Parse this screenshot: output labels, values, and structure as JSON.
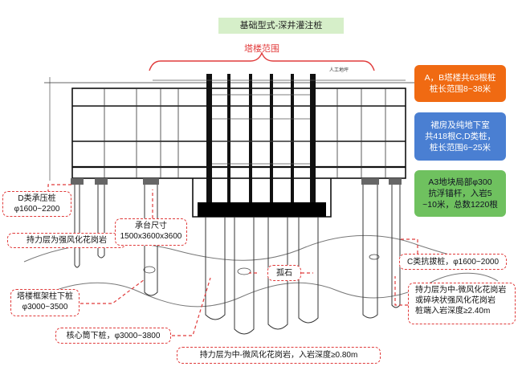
{
  "title": "基础型式-深井灌注桩",
  "tower_range_label": "塔楼范围",
  "elevation_mark": "人工地坪",
  "info_boxes": [
    {
      "lines": [
        "A，B塔楼共63根桩",
        "桩长范围8~38米"
      ],
      "color": "#f06a12"
    },
    {
      "lines": [
        "裙房及纯地下室",
        "共418根C,D类桩，",
        "桩长范围6~25米"
      ],
      "color": "#4a7fd2"
    },
    {
      "lines": [
        "A3地块局部φ300",
        "抗浮锚杆，入岩5",
        "~10米，总数1220根"
      ],
      "color": "#6fc15f"
    }
  ],
  "callouts": {
    "d_class": [
      "D类承压桩",
      "φ1600~2200"
    ],
    "bearing_strong": [
      "持力层为强风化花岗岩"
    ],
    "cap_size": [
      "承台尺寸",
      "1500x3600x3600"
    ],
    "boulder": [
      "孤石"
    ],
    "c_class": [
      "C类抗拔桩，φ1600~2000"
    ],
    "frame_pile": [
      "塔楼框架柱下桩",
      "φ3000~3500"
    ],
    "core_pile": [
      "核心筒下桩，φ3000~3800"
    ],
    "bearing_right": [
      "持力层为中-微风化花岗岩",
      "或碎块状强风化花岗岩",
      "桩端入岩深度≥2.40m"
    ],
    "bearing_bottom": [
      "持力层为中-微风化花岗岩，入岩深度≥0.80m"
    ]
  },
  "colors": {
    "accent": "#e03b3b",
    "structure": "#111111",
    "raft": "#000000"
  }
}
